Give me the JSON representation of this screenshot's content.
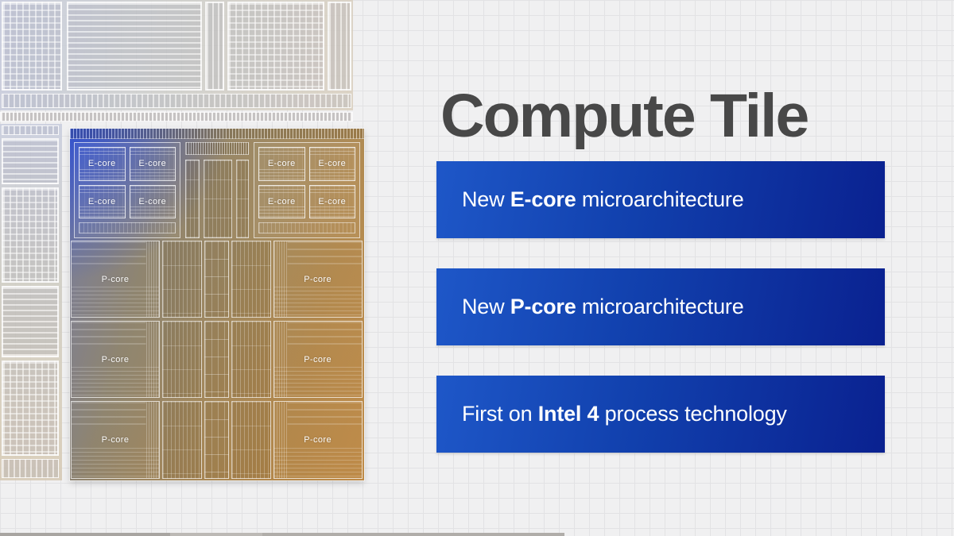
{
  "slide": {
    "title": "Compute Tile",
    "banners": [
      {
        "id": "e-core",
        "prefix": "New ",
        "bold": "E-core",
        "suffix": " microarchitecture"
      },
      {
        "id": "p-core",
        "prefix": "New ",
        "bold": "P-core",
        "suffix": " microarchitecture"
      },
      {
        "id": "intel-4",
        "prefix": "First on ",
        "bold": "Intel 4",
        "suffix": " process technology"
      }
    ]
  },
  "die": {
    "e_core_label": "E-core",
    "p_core_label": "P-core",
    "e_core_count": 8,
    "p_core_count": 6
  },
  "colors": {
    "background": "#f0f0f1",
    "grid_line": "#e2e2e4",
    "title_text": "#484848",
    "banner_text": "#ffffff",
    "banner_gradient_start": "#1e57c8",
    "banner_gradient_end": "#0a2190",
    "die_blue_accent": "#2448d8",
    "die_bronze": "#bf9459"
  }
}
